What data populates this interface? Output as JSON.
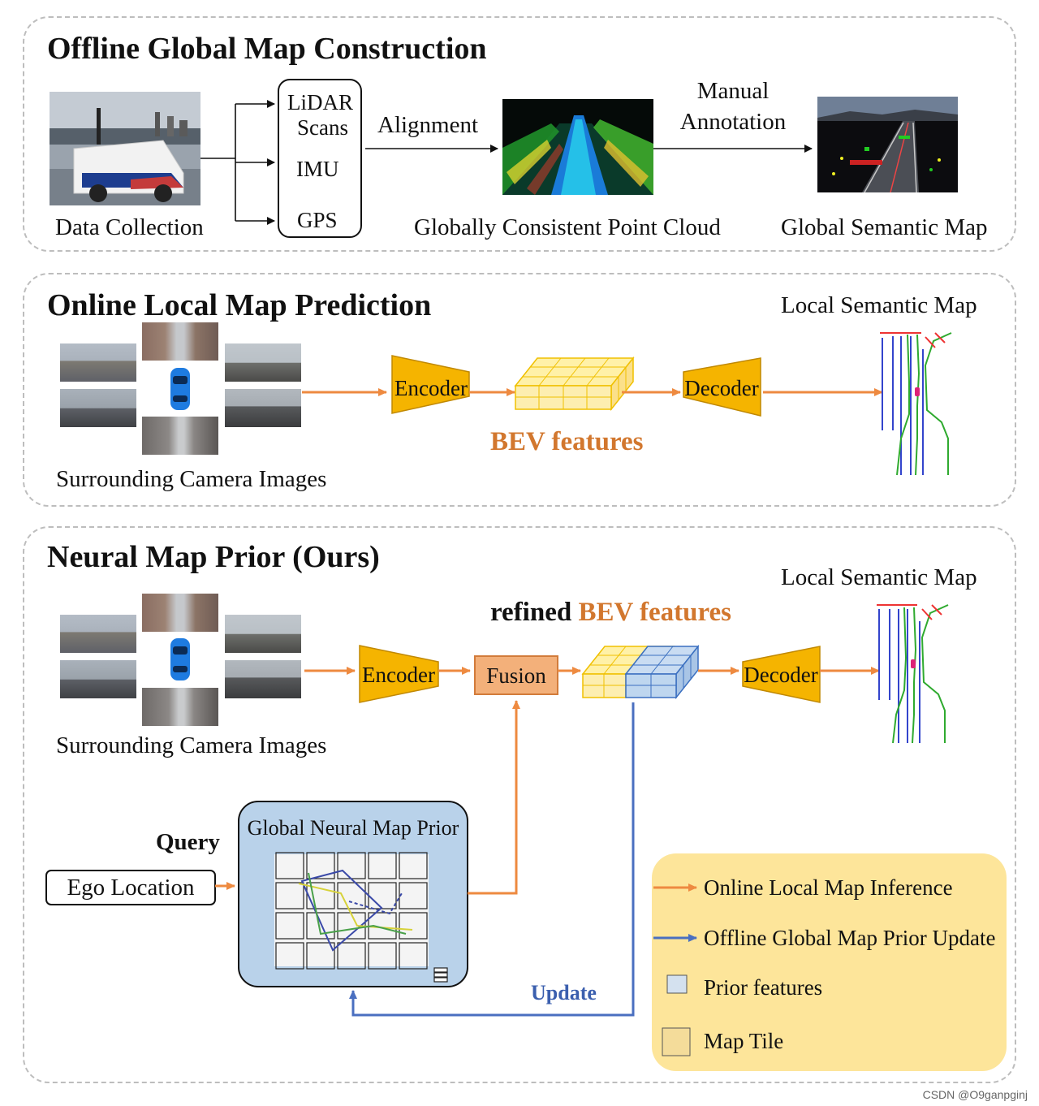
{
  "panel1": {
    "title": "Offline Global Map Construction",
    "data_collection": "Data Collection",
    "sensors": [
      "LiDAR",
      "Scans",
      "IMU",
      "GPS"
    ],
    "alignment": "Alignment",
    "point_cloud": "Globally Consistent Point Cloud",
    "manual_1": "Manual",
    "manual_2": "Annotation",
    "global_map": "Global Semantic Map"
  },
  "panel2": {
    "title": "Online Local Map Prediction",
    "cameras": "Surrounding Camera Images",
    "encoder": "Encoder",
    "bev": "BEV features",
    "decoder": "Decoder",
    "local_map": "Local Semantic Map"
  },
  "panel3": {
    "title": "Neural Map Prior (Ours)",
    "cameras": "Surrounding Camera Images",
    "encoder": "Encoder",
    "fusion": "Fusion",
    "refined_prefix": "refined ",
    "refined_bev": "BEV features",
    "decoder": "Decoder",
    "local_map": "Local Semantic Map",
    "query": "Query",
    "ego_location": "Ego Location",
    "global_prior": "Global Neural Map Prior",
    "update": "Update"
  },
  "legend": {
    "online": "Online Local Map Inference",
    "offline": "Offline Global Map Prior Update",
    "prior": "Prior features",
    "tile": "Map Tile"
  },
  "colors": {
    "orange_arrow": "#ee8a40",
    "blue_arrow": "#4a6fc0",
    "module_fill": "#f5b400",
    "fusion_fill": "#f3b07a",
    "bev_text": "#d2772e",
    "legend_bg": "#fde59a",
    "prior_panel": "#b9d2ea"
  },
  "watermark": "CSDN @O9ganpginj"
}
